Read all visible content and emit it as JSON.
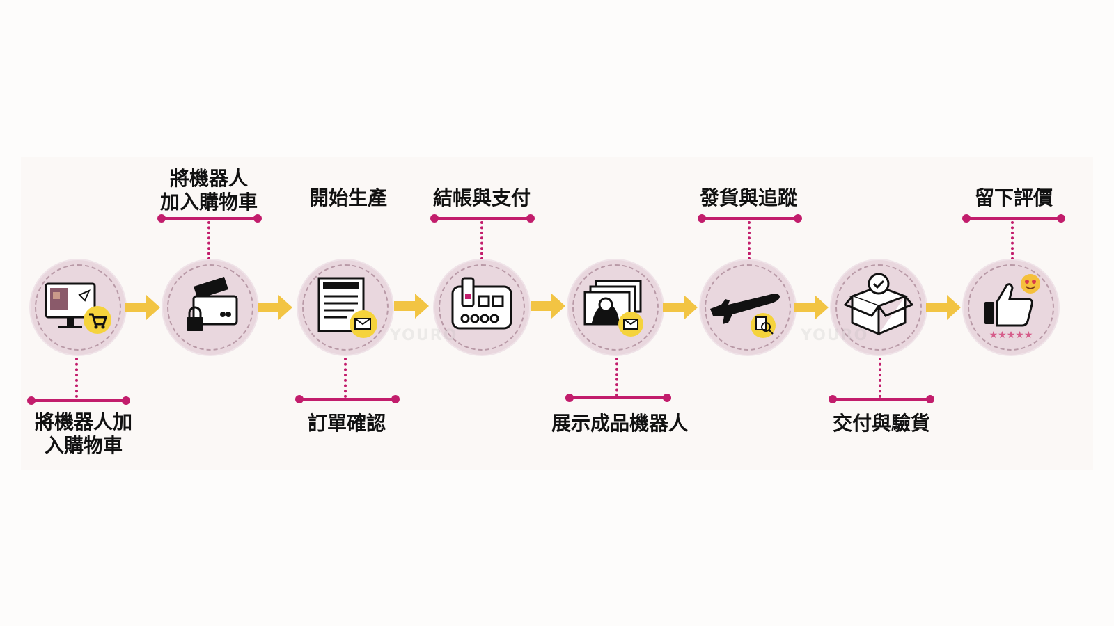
{
  "steps": [
    {
      "label": "將機器人加\n入購物車",
      "icon": "computer-cart-icon",
      "label_pos": "bottom"
    },
    {
      "label": "將機器人\n加入購物車",
      "icon": "payment-card-lock-icon",
      "label_pos": "top"
    },
    {
      "label": "訂單確認",
      "icon": "order-document-mail-icon",
      "label_pos": "bottom"
    },
    {
      "label": "開始生產",
      "icon": "",
      "label_pos": "top-unattached"
    },
    {
      "label": "結帳與支付",
      "icon": "payment-terminal-icon",
      "label_pos": "top"
    },
    {
      "label": "展示成品機器人",
      "icon": "photo-gallery-mail-icon",
      "label_pos": "bottom"
    },
    {
      "label": "發貨與追蹤",
      "icon": "airplane-tracking-icon",
      "label_pos": "top"
    },
    {
      "label": "交付與驗貨",
      "icon": "box-check-icon",
      "label_pos": "bottom"
    },
    {
      "label": "留下評價",
      "icon": "thumbs-up-rating-icon",
      "label_pos": "top"
    }
  ],
  "watermark": "YOURO",
  "colors": {
    "accent": "#c21d6c",
    "arrow": "#f2c443",
    "circle": "#e9d7de",
    "badge": "#f5d33c"
  }
}
